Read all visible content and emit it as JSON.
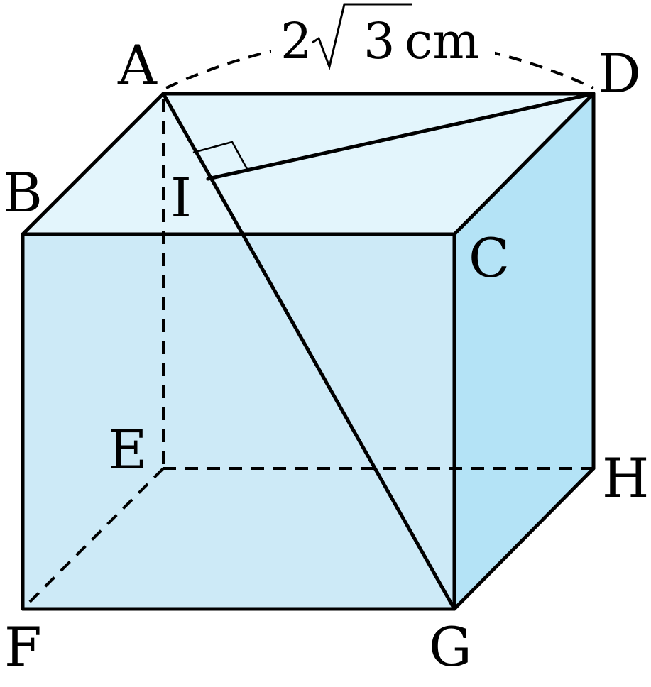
{
  "vertices": {
    "A": "A",
    "B": "B",
    "C": "C",
    "D": "D",
    "E": "E",
    "F": "F",
    "G": "G",
    "H": "H",
    "I": "I"
  },
  "dimension": {
    "coefficient": "2",
    "radicand": "3",
    "unit": "cm"
  },
  "colors": {
    "top_face": "#e3f5fc",
    "front_face": "#cdeaf7",
    "right_face": "#b4e3f6",
    "lines": "#000000"
  }
}
